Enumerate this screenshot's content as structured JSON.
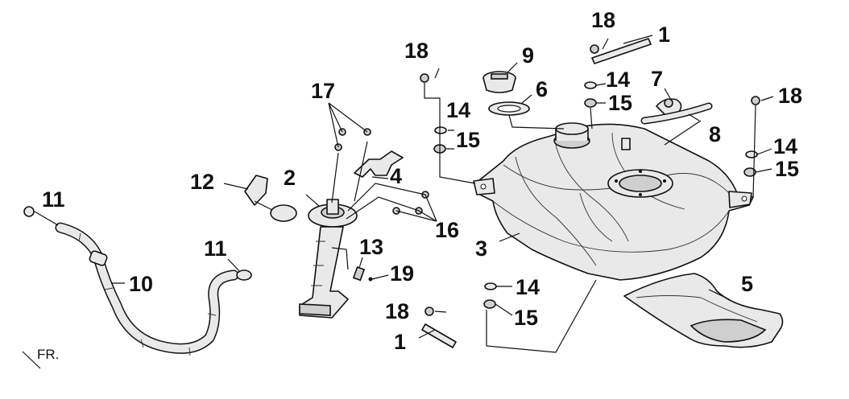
{
  "diagram": {
    "orientation_label": "FR.",
    "callouts": [
      {
        "id": "c1a",
        "text": "1"
      },
      {
        "id": "c1b",
        "text": "1"
      },
      {
        "id": "c2",
        "text": "2"
      },
      {
        "id": "c3",
        "text": "3"
      },
      {
        "id": "c4",
        "text": "4"
      },
      {
        "id": "c5",
        "text": "5"
      },
      {
        "id": "c6",
        "text": "6"
      },
      {
        "id": "c7",
        "text": "7"
      },
      {
        "id": "c8",
        "text": "8"
      },
      {
        "id": "c9",
        "text": "9"
      },
      {
        "id": "c10",
        "text": "10"
      },
      {
        "id": "c11a",
        "text": "11"
      },
      {
        "id": "c11b",
        "text": "11"
      },
      {
        "id": "c12",
        "text": "12"
      },
      {
        "id": "c13",
        "text": "13"
      },
      {
        "id": "c14a",
        "text": "14"
      },
      {
        "id": "c14b",
        "text": "14"
      },
      {
        "id": "c14c",
        "text": "14"
      },
      {
        "id": "c14d",
        "text": "14"
      },
      {
        "id": "c15a",
        "text": "15"
      },
      {
        "id": "c15b",
        "text": "15"
      },
      {
        "id": "c15c",
        "text": "15"
      },
      {
        "id": "c15d",
        "text": "15"
      },
      {
        "id": "c16",
        "text": "16"
      },
      {
        "id": "c17",
        "text": "17"
      },
      {
        "id": "c18a",
        "text": "18"
      },
      {
        "id": "c18b",
        "text": "18"
      },
      {
        "id": "c18c",
        "text": "18"
      },
      {
        "id": "c18d",
        "text": "18"
      },
      {
        "id": "c19",
        "text": "19"
      }
    ]
  }
}
